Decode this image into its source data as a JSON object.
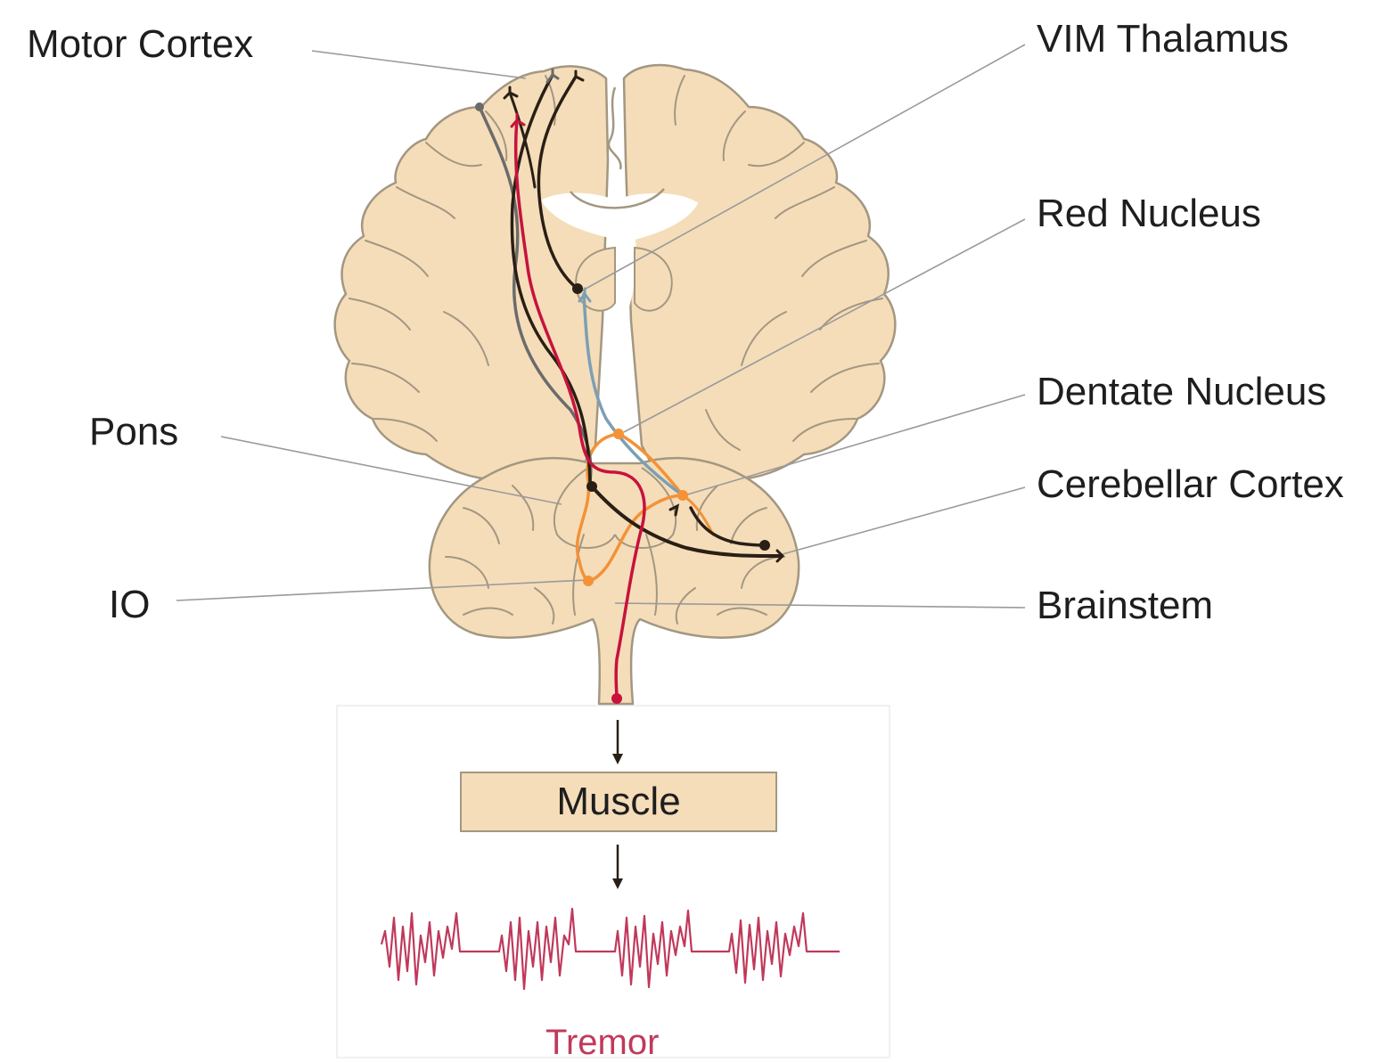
{
  "labels": {
    "motor_cortex": "Motor Cortex",
    "vim_thalamus": "VIM Thalamus",
    "red_nucleus": "Red Nucleus",
    "dentate_nucleus": "Dentate Nucleus",
    "cerebellar_cortex": "Cerebellar Cortex",
    "brainstem": "Brainstem",
    "pons": "Pons",
    "io": "IO",
    "muscle": "Muscle",
    "tremor": "Tremor"
  },
  "colors": {
    "brain_fill": "#f5ddba",
    "brain_outline": "#a39781",
    "leader_line": "#9a9a9a",
    "pathway_red": "#c8123c",
    "pathway_black": "#2a1f14",
    "pathway_gray": "#6b6b6b",
    "pathway_blue": "#7c9fb3",
    "pathway_orange": "#f39237",
    "tremor": "#c0395b"
  }
}
